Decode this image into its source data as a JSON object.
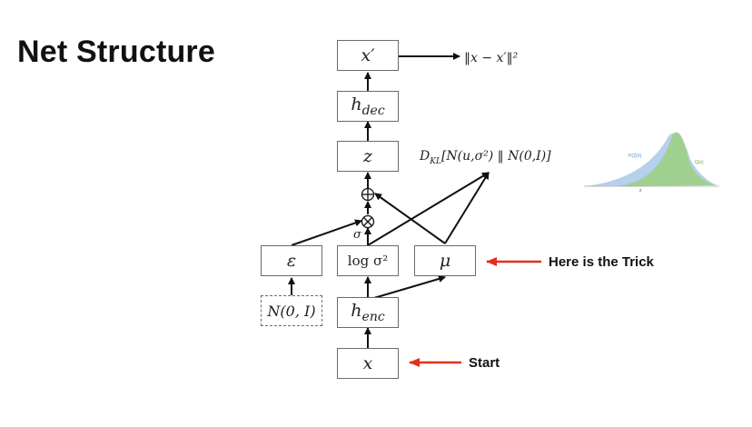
{
  "title": "Net Structure",
  "nodes": {
    "x_prime": "x′",
    "h_dec": "h",
    "h_dec_sub": "dec",
    "z": "z",
    "epsilon": "ε",
    "log_sigma": "log σ²",
    "mu": "μ",
    "noise": "N(0, I)",
    "h_enc": "h",
    "h_enc_sub": "enc",
    "x": "x"
  },
  "labels": {
    "loss": "‖x − x′‖²",
    "kl": "D_KL[N(u,σ²) ‖ N(0,I)]",
    "kl_main": "D",
    "kl_sub": "KL",
    "kl_rest": "[N(u,σ²) ‖ N(0,I)]",
    "sigma": "σ",
    "trick": "Here is the Trick",
    "start": "Start"
  },
  "thumbnail": {
    "label_p": "P(Z|X)",
    "label_q": "Q(z)",
    "axis_label": "z"
  },
  "colors": {
    "arrow_red": "#e0301e",
    "curve_blue": "#a9c8ea",
    "curve_green": "#9ccf84"
  }
}
